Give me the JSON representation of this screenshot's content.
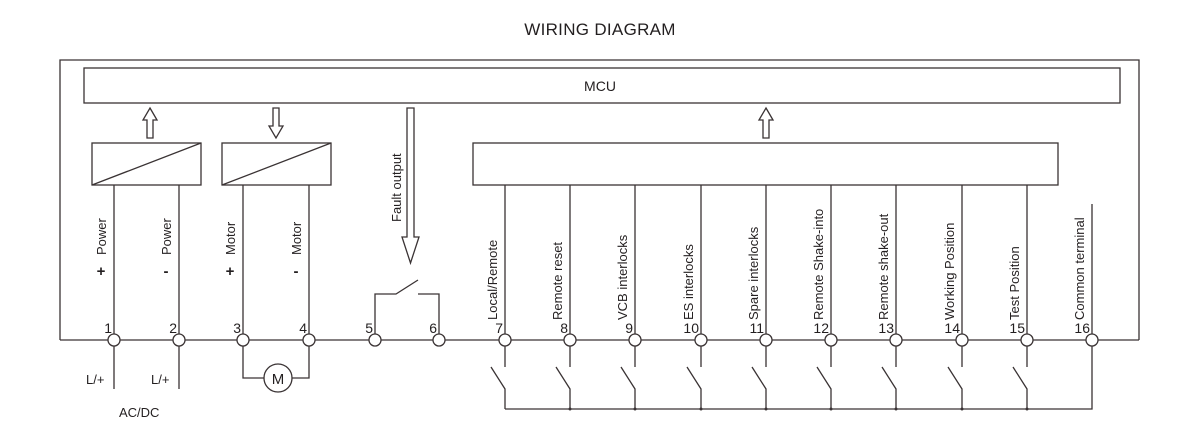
{
  "title": "WIRING DIAGRAM",
  "mcu_label": "MCU",
  "fault_output_label": "Fault output",
  "motor_symbol": "M",
  "supply": {
    "line_label_1": "L/+",
    "line_label_2": "L/+",
    "type_label": "AC/DC"
  },
  "terminals": [
    {
      "number": "1",
      "label": "Power",
      "sign": "+"
    },
    {
      "number": "2",
      "label": "Power",
      "sign": "-"
    },
    {
      "number": "3",
      "label": "Motor",
      "sign": "+"
    },
    {
      "number": "4",
      "label": "Motor",
      "sign": "-"
    },
    {
      "number": "5",
      "label": "",
      "sign": ""
    },
    {
      "number": "6",
      "label": "",
      "sign": ""
    },
    {
      "number": "7",
      "label": "Local/Remote",
      "sign": ""
    },
    {
      "number": "8",
      "label": "Remote reset",
      "sign": ""
    },
    {
      "number": "9",
      "label": "VCB interlocks",
      "sign": ""
    },
    {
      "number": "10",
      "label": "ES interlocks",
      "sign": ""
    },
    {
      "number": "11",
      "label": "Spare interlocks",
      "sign": ""
    },
    {
      "number": "12",
      "label": "Remote Shake-into",
      "sign": ""
    },
    {
      "number": "13",
      "label": "Remote shake-out",
      "sign": ""
    },
    {
      "number": "14",
      "label": "Working Position",
      "sign": ""
    },
    {
      "number": "15",
      "label": "Test Position",
      "sign": ""
    },
    {
      "number": "16",
      "label": "Common terminal",
      "sign": ""
    }
  ]
}
